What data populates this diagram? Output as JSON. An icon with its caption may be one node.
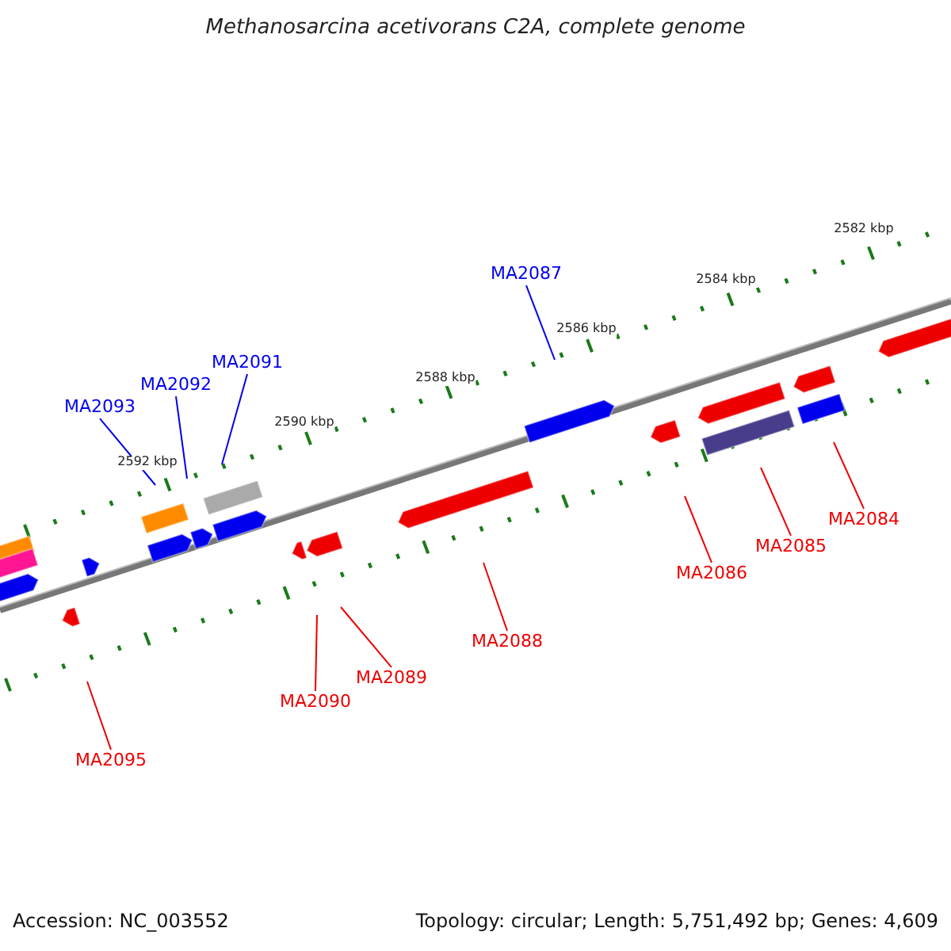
{
  "diagram": {
    "title": "Methanosarcina acetivorans C2A, complete genome",
    "nodes": [
      {
        "text": [
          "MA2087"
        ]
      },
      {
        "text": [
          "MA2091"
        ]
      },
      {
        "text": [
          "MA2092"
        ]
      },
      {
        "text": [
          "MA2093"
        ]
      },
      {
        "text": [
          "MA2084"
        ]
      },
      {
        "text": [
          "MA2085"
        ]
      },
      {
        "text": [
          "MA2086"
        ]
      },
      {
        "text": [
          "MA2088"
        ]
      },
      {
        "text": [
          "MA2089"
        ]
      },
      {
        "text": [
          "MA2090"
        ]
      },
      {
        "text": [
          "MA2095"
        ]
      }
    ],
    "edges": [
      {
        "from": 0,
        "to": null,
        "arrow": "none",
        "color": "#0000ee"
      },
      {
        "from": 1,
        "to": null,
        "arrow": "none",
        "color": "#0000ee"
      },
      {
        "from": 2,
        "to": null,
        "arrow": "none",
        "color": "#0000ee"
      },
      {
        "from": 3,
        "to": null,
        "arrow": "none",
        "color": "#0000ee"
      },
      {
        "from": 4,
        "to": null,
        "arrow": "none"
      },
      {
        "from": 5,
        "to": null,
        "arrow": "none"
      },
      {
        "from": 6,
        "to": null,
        "arrow": "none"
      },
      {
        "from": 7,
        "to": null,
        "arrow": "none"
      },
      {
        "from": 8,
        "to": null,
        "arrow": "none"
      },
      {
        "from": 9,
        "to": null,
        "arrow": "none"
      },
      {
        "from": 10,
        "to": null,
        "arrow": "none"
      }
    ],
    "labels": [
      "2582 kbp",
      "2584 kbp",
      "2586 kbp",
      "2588 kbp",
      "2590 kbp",
      "2592 kbp",
      "Accession: NC_003552",
      "Topology: circular; Length: 5,751,492 bp; Genes: 4,609"
    ]
  }
}
